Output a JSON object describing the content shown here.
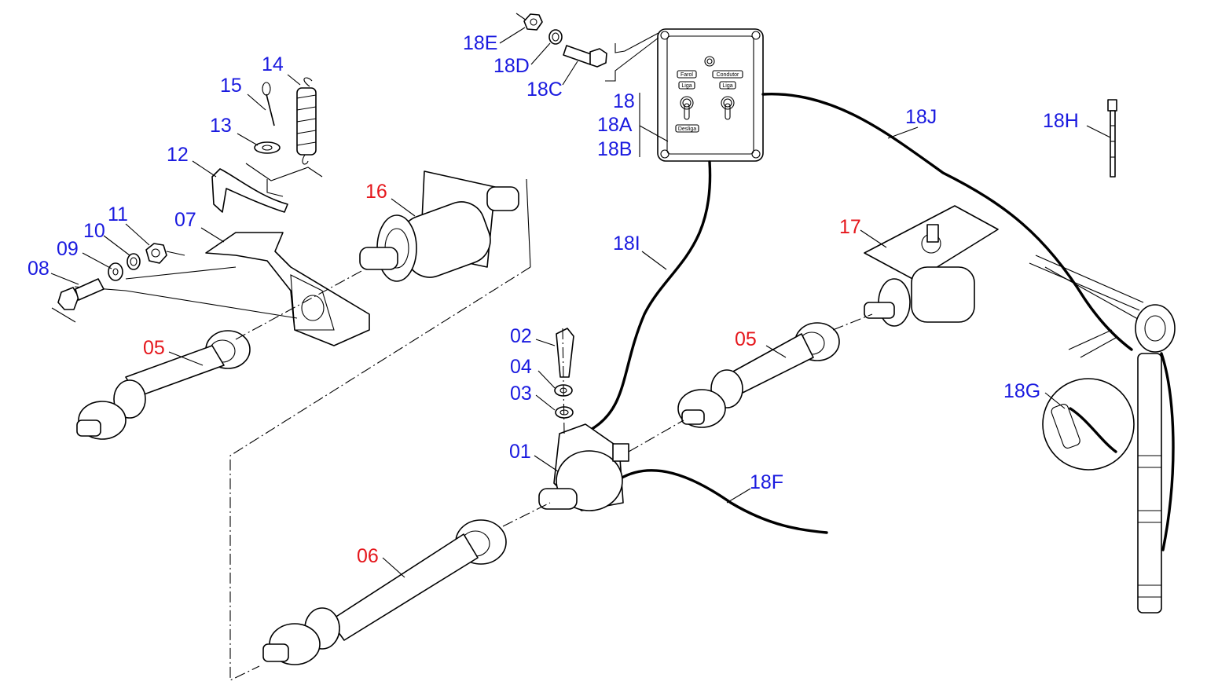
{
  "colors": {
    "blue_label": "#1a1adf",
    "red_label": "#e5171c",
    "line": "#000000"
  },
  "switch_panel": {
    "left_caption": "Farol",
    "right_caption": "Condutor",
    "on_label_left": "Liga",
    "on_label_right": "Liga",
    "off_label": "Desliga"
  },
  "labels": {
    "p18E": "18E",
    "p18D": "18D",
    "p18C": "18C",
    "p18": "18",
    "p18A": "18A",
    "p18B": "18B",
    "p18J": "18J",
    "p18H": "18H",
    "p18I": "18I",
    "p18G": "18G",
    "p18F": "18F",
    "p14": "14",
    "p15": "15",
    "p13": "13",
    "p12": "12",
    "p16": "16",
    "p11": "11",
    "p10": "10",
    "p09": "09",
    "p08": "08",
    "p07": "07",
    "p05a": "05",
    "p05b": "05",
    "p17": "17",
    "p02": "02",
    "p04": "04",
    "p03": "03",
    "p01": "01",
    "p06": "06"
  },
  "label_colors": {
    "red": [
      "16",
      "05",
      "17",
      "06"
    ],
    "blue": [
      "18E",
      "18D",
      "18C",
      "18",
      "18A",
      "18B",
      "18J",
      "18H",
      "18I",
      "18G",
      "18F",
      "14",
      "15",
      "13",
      "12",
      "11",
      "10",
      "09",
      "08",
      "07",
      "02",
      "04",
      "03",
      "01"
    ]
  }
}
